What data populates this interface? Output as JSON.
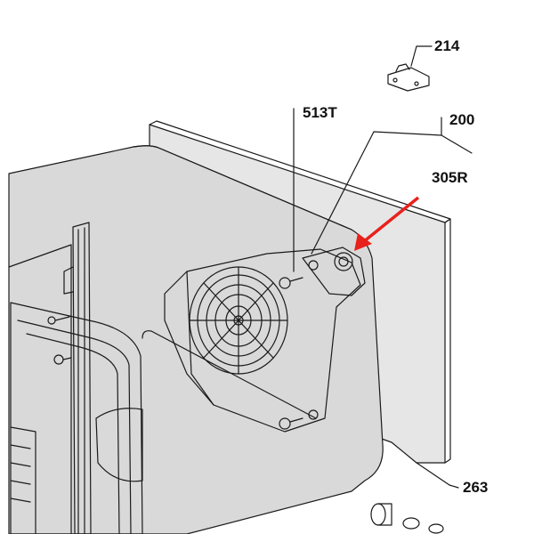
{
  "labels": {
    "part_214": "214",
    "part_513T": "513T",
    "part_200": "200",
    "part_305R": "305R",
    "part_263": "263"
  },
  "colors": {
    "highlight_arrow": "#e8211c",
    "line": "#1a1a1a",
    "panel_fill": "#d9d9d9"
  }
}
